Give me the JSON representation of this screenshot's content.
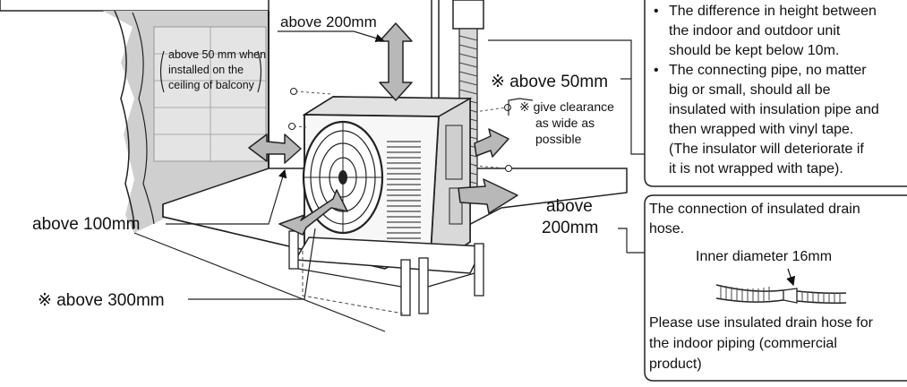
{
  "labels": {
    "above_200mm_top": "above 200mm",
    "balcony_note": [
      "above 50 mm when",
      "installed on the",
      "ceiling of balcony"
    ],
    "above_50mm": "※ above 50mm",
    "clearance_note": [
      "※ give clearance",
      "as wide as",
      "possible"
    ],
    "above_100mm": "above 100mm",
    "above_200mm_right": [
      "above",
      "200mm"
    ],
    "above_300mm": "※ above 300mm"
  },
  "notes": {
    "bullet1": [
      "The difference in height between",
      "the indoor and outdoor unit",
      "should be kept below 10m."
    ],
    "bullet2": [
      "The connecting pipe, no matter",
      "big or small, should all be",
      "insulated with insulation pipe and",
      "then wrapped with vinyl tape.",
      "(The insulator will deteriorate if",
      "it is not wrapped with tape)."
    ],
    "drain_title": [
      "The connection of insulated drain",
      "hose."
    ],
    "inner_diameter": "Inner diameter 16mm",
    "drain_note": [
      "Please use insulated drain hose for",
      "the indoor piping (commercial",
      "product)"
    ]
  }
}
